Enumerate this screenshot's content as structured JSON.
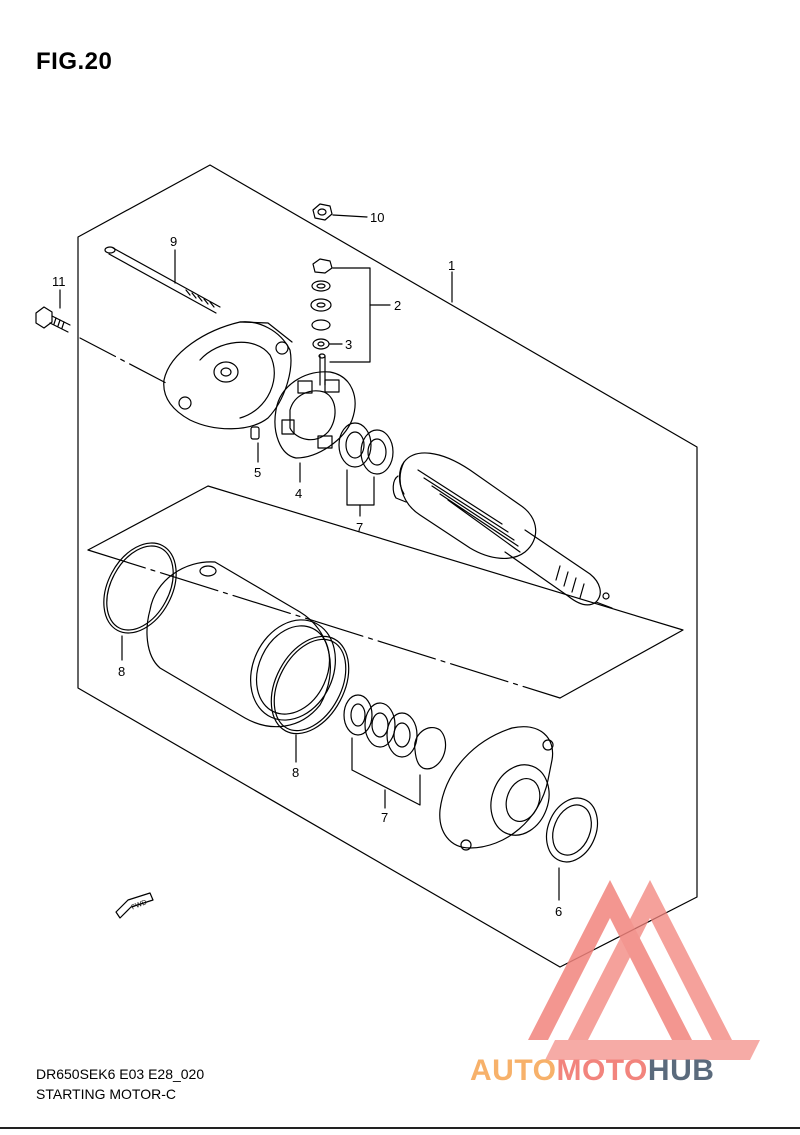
{
  "figure": {
    "title": "FIG.20",
    "code": "DR650SEK6 E03 E28_020",
    "name": "STARTING MOTOR-C"
  },
  "callouts": {
    "c1": "1",
    "c2": "2",
    "c3": "3",
    "c4": "4",
    "c5": "5",
    "c6": "6",
    "c7a": "7",
    "c7b": "7",
    "c8a": "8",
    "c8b": "8",
    "c9": "9",
    "c10": "10",
    "c11": "11"
  },
  "fwd_label": "FWD",
  "watermark": {
    "part1": "AUTO",
    "part2": "MOTO",
    "part3": "HUB",
    "color_primary": "#f2847d",
    "color_secondary": "#f7b16a",
    "color_text_dark": "#5a6a7c"
  }
}
